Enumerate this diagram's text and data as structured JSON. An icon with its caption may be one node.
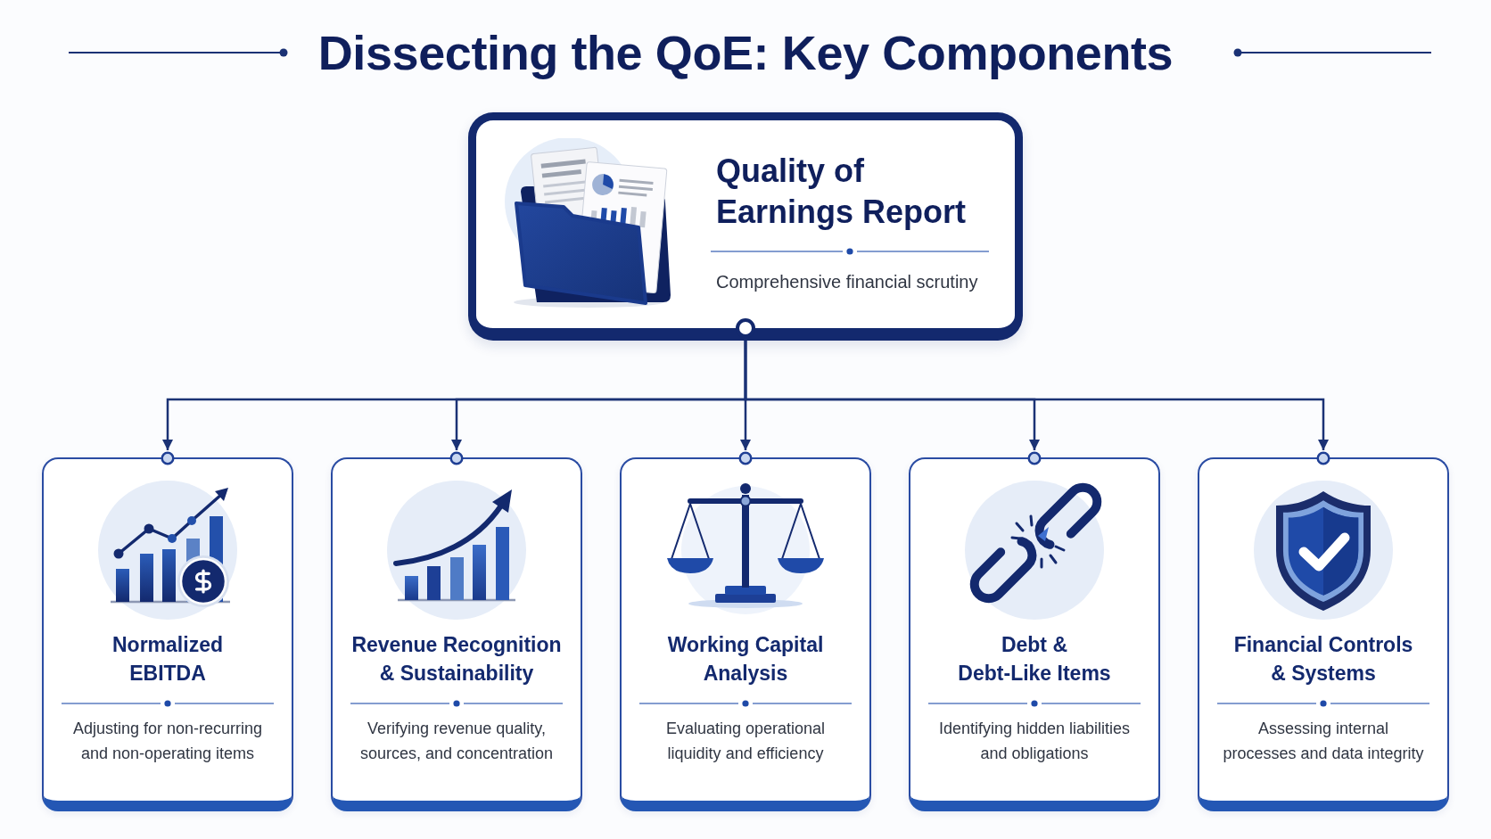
{
  "diagram": {
    "title": "Dissecting the QoE: Key Components",
    "nodes": [
      {
        "text": [
          "Quality of Earnings Report",
          "Comprehensive financial scrutiny"
        ]
      },
      {
        "text": [
          "Normalized EBITDA",
          "Adjusting for non-recurring and non-operating items"
        ]
      },
      {
        "text": [
          "Revenue Recognition & Sustainability",
          "Verifying revenue quality, sources, and concentration"
        ]
      },
      {
        "text": [
          "Working Capital Analysis",
          "Evaluating operational liquidity and efficiency"
        ]
      },
      {
        "text": [
          "Debt & Debt-Like Items",
          "Identifying hidden liabilities and obligations"
        ]
      },
      {
        "text": [
          "Financial Controls & Systems",
          "Assessing internal processes and data integrity"
        ]
      }
    ],
    "edges": [
      {
        "from": 0,
        "to": 1,
        "arrow": "to"
      },
      {
        "from": 0,
        "to": 2,
        "arrow": "to"
      },
      {
        "from": 0,
        "to": 3,
        "arrow": "to"
      },
      {
        "from": 0,
        "to": 4,
        "arrow": "to"
      },
      {
        "from": 0,
        "to": 5,
        "arrow": "to"
      }
    ]
  }
}
